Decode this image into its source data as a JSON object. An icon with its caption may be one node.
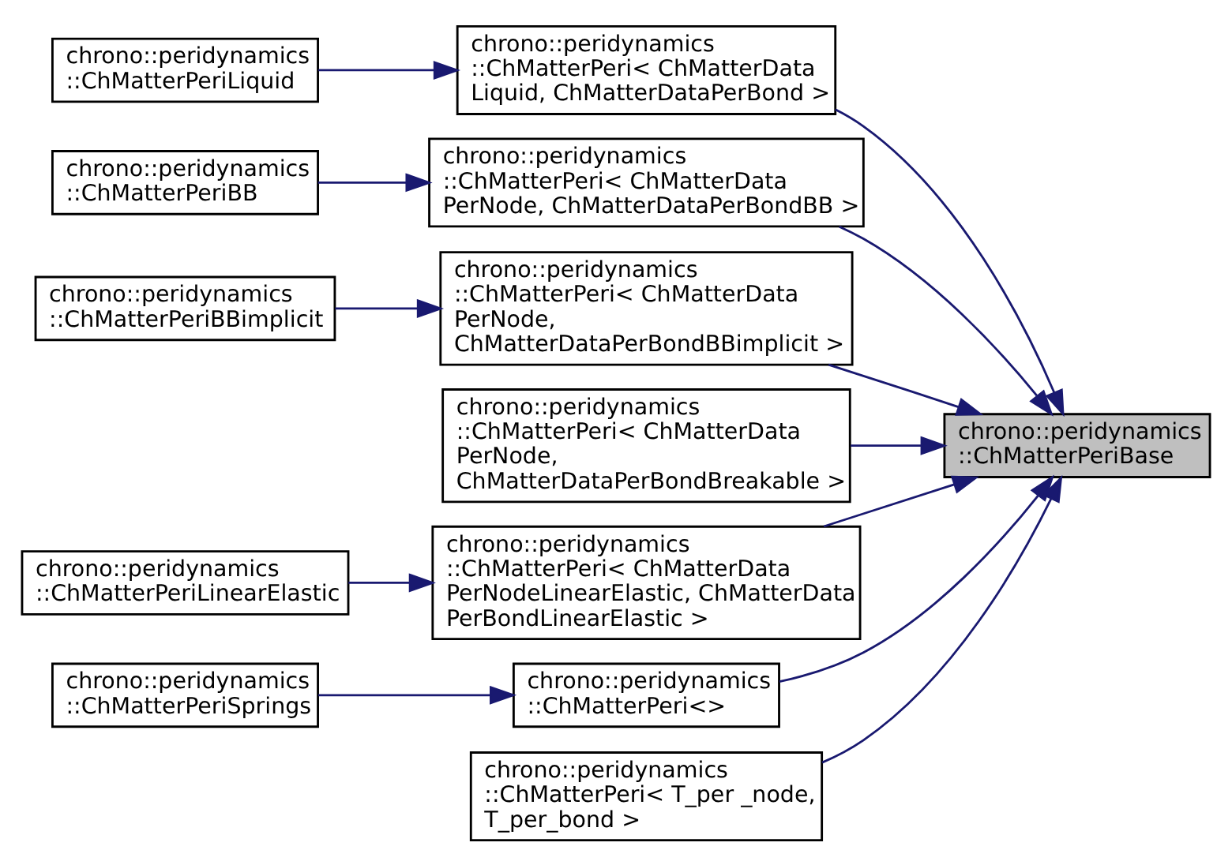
{
  "diagram": {
    "nodes": [
      {
        "text": [
          "chrono::peridynamics ::ChMatterPeriBase"
        ]
      },
      {
        "text": [
          "chrono::peridynamics ::ChMatterPeri< ChMatterData Liquid, ChMatterDataPerBond >"
        ]
      },
      {
        "text": [
          "chrono::peridynamics ::ChMatterPeriLiquid"
        ]
      },
      {
        "text": [
          "chrono::peridynamics ::ChMatterPeri< ChMatterData PerNode, ChMatterDataPerBondBB >"
        ]
      },
      {
        "text": [
          "chrono::peridynamics ::ChMatterPeriBB"
        ]
      },
      {
        "text": [
          "chrono::peridynamics ::ChMatterPeri< ChMatterData PerNode, ChMatterDataPerBondBBimplicit >"
        ]
      },
      {
        "text": [
          "chrono::peridynamics ::ChMatterPeriBBimplicit"
        ]
      },
      {
        "text": [
          "chrono::peridynamics ::ChMatterPeri< ChMatterData PerNode, ChMatterDataPerBondBreakable >"
        ]
      },
      {
        "text": [
          "chrono::peridynamics ::ChMatterPeri< ChMatterData PerNodeLinearElastic, ChMatterData PerBondLinearElastic >"
        ]
      },
      {
        "text": [
          "chrono::peridynamics ::ChMatterPeriLinearElastic"
        ]
      },
      {
        "text": [
          "chrono::peridynamics ::ChMatterPeri<>"
        ]
      },
      {
        "text": [
          "chrono::peridynamics ::ChMatterPeriSprings"
        ]
      },
      {
        "text": [
          "chrono::peridynamics ::ChMatterPeri< T_per _node, T_per_bond >"
        ]
      }
    ],
    "edges": [
      {
        "from": 1,
        "to": 0,
        "arrow": "to"
      },
      {
        "from": 2,
        "to": 1,
        "arrow": "to"
      },
      {
        "from": 3,
        "to": 0,
        "arrow": "to"
      },
      {
        "from": 4,
        "to": 3,
        "arrow": "to"
      },
      {
        "from": 5,
        "to": 0,
        "arrow": "to"
      },
      {
        "from": 6,
        "to": 5,
        "arrow": "to"
      },
      {
        "from": 7,
        "to": 0,
        "arrow": "to"
      },
      {
        "from": 8,
        "to": 0,
        "arrow": "to"
      },
      {
        "from": 9,
        "to": 8,
        "arrow": "to"
      },
      {
        "from": 10,
        "to": 0,
        "arrow": "to"
      },
      {
        "from": 11,
        "to": 10,
        "arrow": "to"
      },
      {
        "from": 12,
        "to": 0,
        "arrow": "to"
      }
    ]
  }
}
